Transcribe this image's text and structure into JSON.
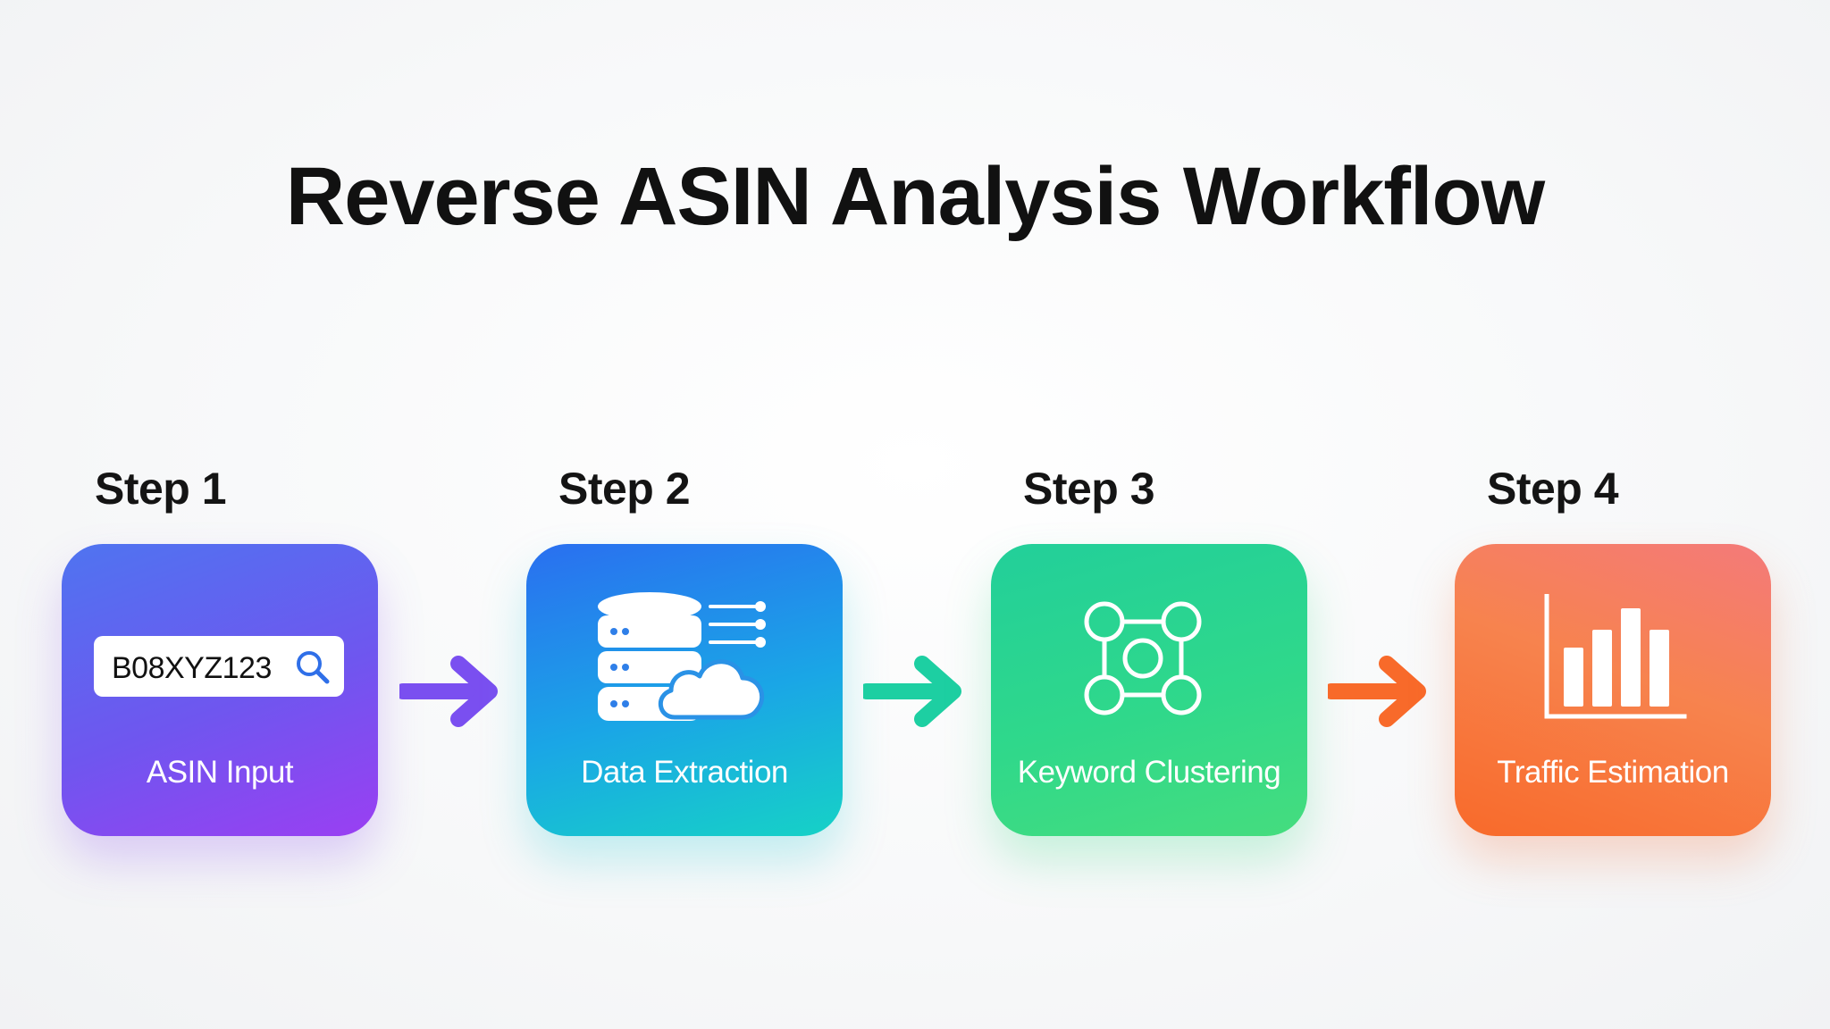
{
  "title": "Reverse ASIN Analysis Workflow",
  "steps": [
    {
      "label": "Step 1",
      "caption": "ASIN Input",
      "input_value": "B08XYZ123",
      "icon": "search-icon",
      "color": "#7a4ff0"
    },
    {
      "label": "Step 2",
      "caption": "Data Extraction",
      "icon": "database-cloud-icon",
      "color": "#1aa6e6"
    },
    {
      "label": "Step 3",
      "caption": "Keyword Clustering",
      "icon": "cluster-nodes-icon",
      "color": "#2fd88b"
    },
    {
      "label": "Step 4",
      "caption": "Traffic Estimation",
      "icon": "bar-chart-icon",
      "color": "#f7834e"
    }
  ],
  "arrows": [
    {
      "icon": "arrow-right-icon",
      "color": "#7a4ff0"
    },
    {
      "icon": "arrow-right-icon",
      "color": "#1dcfa2"
    },
    {
      "icon": "arrow-right-icon",
      "color": "#f86a2a"
    }
  ]
}
